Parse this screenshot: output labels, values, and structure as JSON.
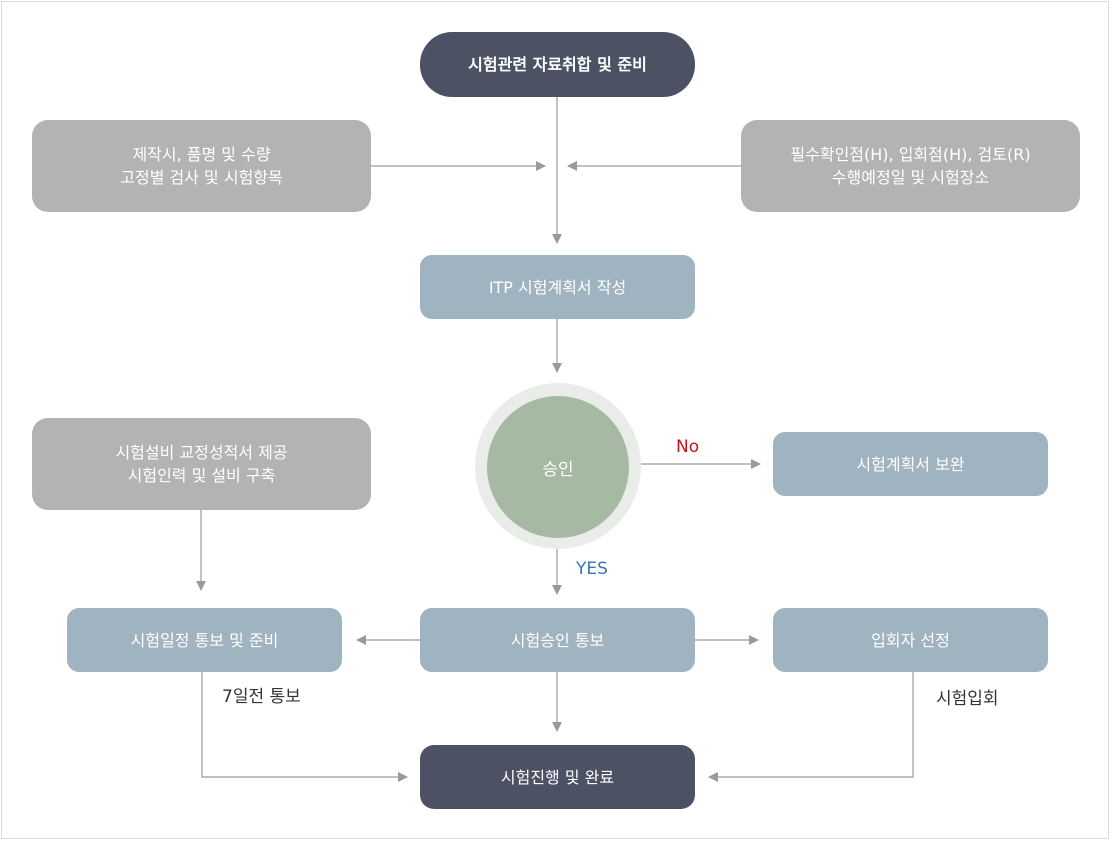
{
  "nodes": {
    "start": "시험관련 자료취합 및 준비",
    "left_input": "제작시, 품명 및 수량\n고정별 검사 및 시험항목",
    "right_input": "필수확인점(H), 입회점(H), 검토(R)\n수행예정일 및 시험장소",
    "itp": "ITP 시험계획서 작성",
    "approval": "승인",
    "revise": "시험계획서 보완",
    "equipment": "시험설비 교정성적서 제공\n시험인력 및 설비 구축",
    "schedule": "시험일정 통보 및 준비",
    "approval_notice": "시험승인 통보",
    "witness": "입회자 선정",
    "final": "시험진행 및 완료"
  },
  "labels": {
    "no": "No",
    "yes": "YES",
    "seven_days": "7일전 통보",
    "witness_test": "시험입회"
  },
  "colors": {
    "dark_node": "#4c5264",
    "gray_node": "#b3b3b3",
    "blue_node": "#a0b3c0",
    "decision_fill": "#a6b9a3",
    "decision_ring": "#e9ece9",
    "connector": "#9a9a9a",
    "no_label": "#c0151b",
    "yes_label": "#3a74b8"
  }
}
